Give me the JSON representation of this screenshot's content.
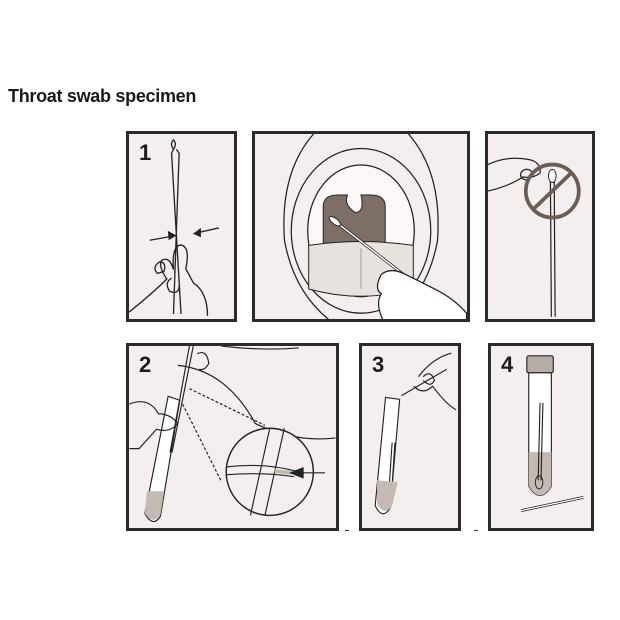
{
  "document": {
    "title": "Throat swab specimen"
  },
  "panels": [
    {
      "id": "step-1",
      "label": "1",
      "description": "Hold swab by the shaft between fingers; arrows indicate grip point"
    },
    {
      "id": "mouth",
      "label": "",
      "description": "Swab the back of the throat and tonsils, avoiding tongue"
    },
    {
      "id": "no-touch",
      "label": "",
      "description": "Do not touch the swab tip"
    },
    {
      "id": "step-2",
      "label": "2",
      "description": "Insert swab into tube; magnified inset shows break point at the score line"
    },
    {
      "id": "step-3",
      "label": "3",
      "description": "Break off the swab shaft leaving swab in tube"
    },
    {
      "id": "step-4",
      "label": "4",
      "description": "Cap the tube; discard broken shaft"
    }
  ],
  "colors": {
    "panel_bg": "#f4efee",
    "border": "#2b2b2b",
    "throat": "#7d6e66",
    "liquid": "#c4b9b3",
    "cap": "#b8aca6",
    "tongue": "#e8e2df"
  }
}
